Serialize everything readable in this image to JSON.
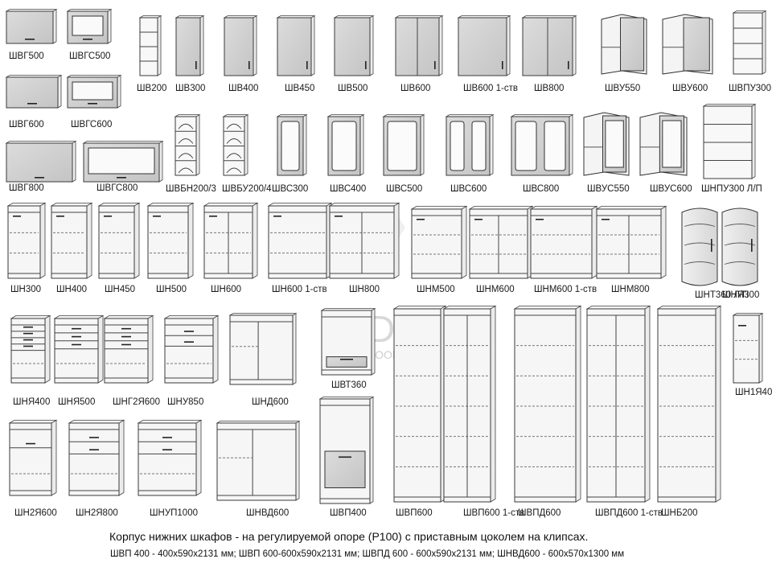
{
  "catalog": {
    "watermark": {
      "brand": "RIDA",
      "sub": "Мебель ROOM"
    },
    "caption": "Корпус нижних шкафов - на регулируемой опоре (Р100) с приставным цоколем на клипсах.",
    "dimensions": "ШВП 400 - 400x590x2131 мм; ШВП 600-600x590x2131 мм; ШВПД 600 - 600x590x2131 мм; ШНВД600 - 600x570x1300 мм",
    "items": [
      {
        "label": "ШВГ500"
      },
      {
        "label": "ШВГС500"
      },
      {
        "label": "ШВГ600"
      },
      {
        "label": "ШВГС600"
      },
      {
        "label": "ШВГ800"
      },
      {
        "label": "ШВГС800"
      },
      {
        "label": "ШВ200"
      },
      {
        "label": "ШВ300"
      },
      {
        "label": "ШВ400"
      },
      {
        "label": "ШВ450"
      },
      {
        "label": "ШВ500"
      },
      {
        "label": "ШВ600"
      },
      {
        "label": "ШВ600 1-ств"
      },
      {
        "label": "ШВ800"
      },
      {
        "label": "ШВУ550"
      },
      {
        "label": "ШВУ600"
      },
      {
        "label": "ШВПУ300"
      },
      {
        "label": "ШВБН200/3"
      },
      {
        "label": "ШВБУ200/4"
      },
      {
        "label": "ШВС300"
      },
      {
        "label": "ШВС400"
      },
      {
        "label": "ШВС500"
      },
      {
        "label": "ШВС600"
      },
      {
        "label": "ШВС800"
      },
      {
        "label": "ШВУС550"
      },
      {
        "label": "ШВУС600"
      },
      {
        "label": "ШНПУ300 Л/П"
      },
      {
        "label": "ШН300"
      },
      {
        "label": "ШН400"
      },
      {
        "label": "ШН450"
      },
      {
        "label": "ШН500"
      },
      {
        "label": "ШН600"
      },
      {
        "label": "ШН600 1-ств"
      },
      {
        "label": "ШН800"
      },
      {
        "label": "ШНМ500"
      },
      {
        "label": "ШНМ600"
      },
      {
        "label": "ШНМ600 1-ств"
      },
      {
        "label": "ШНМ800"
      },
      {
        "label": "ШНТ360 Л/П"
      },
      {
        "label": "ШНЯ300"
      },
      {
        "label": "ШНЯ400"
      },
      {
        "label": "ШНЯ500"
      },
      {
        "label": "ШНГ2Я600"
      },
      {
        "label": "ШНУ850"
      },
      {
        "label": "ШНД600"
      },
      {
        "label": "ШВТ360"
      },
      {
        "label": "ШН1Я400"
      },
      {
        "label": "ШН2Я600"
      },
      {
        "label": "ШН2Я800"
      },
      {
        "label": "ШНУП1000"
      },
      {
        "label": "ШНВД600"
      },
      {
        "label": "ШВП400"
      },
      {
        "label": "ШВП600"
      },
      {
        "label": "ШВП600 1-ств"
      },
      {
        "label": "ШВПД600"
      },
      {
        "label": "ШВПД600 1-ств"
      },
      {
        "label": "ШНБ200"
      }
    ]
  }
}
